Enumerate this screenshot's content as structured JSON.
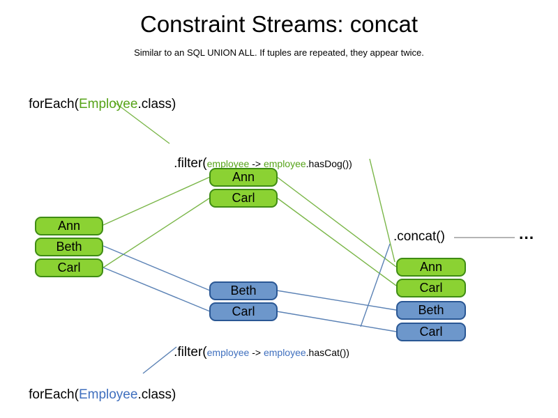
{
  "title": "Constraint Streams: concat",
  "subtitle": "Similar to an SQL UNION ALL. If tuples are repeated, they appear twice.",
  "colors": {
    "green_fill": "#8bd233",
    "green_border": "#3f8c14",
    "green_text": "#56a318",
    "green_line": "#7ab648",
    "blue_fill": "#6d97cb",
    "blue_border": "#2a5794",
    "blue_text": "#3f6fbe",
    "blue_line": "#5b82b5",
    "neutral_line": "#888888"
  },
  "foreach_dog": {
    "prefix": "forEach(",
    "class_name": "Employee",
    "suffix": ".class)"
  },
  "foreach_cat": {
    "prefix": "forEach(",
    "class_name": "Employee",
    "suffix": ".class)"
  },
  "filter_dog": {
    "prefix": ".filter(",
    "param": "employee",
    "arrow": " -> ",
    "receiver": "employee",
    "suffix": ".hasDog())"
  },
  "filter_cat": {
    "prefix": ".filter(",
    "param": "employee",
    "arrow": " -> ",
    "receiver": "employee",
    "suffix": ".hasCat())"
  },
  "concat_label": ".concat()",
  "ellipsis": "...",
  "stacks": {
    "source": [
      "Ann",
      "Beth",
      "Carl"
    ],
    "has_dog": [
      "Ann",
      "Carl"
    ],
    "has_cat": [
      "Beth",
      "Carl"
    ],
    "concat": [
      "Ann",
      "Carl",
      "Beth",
      "Carl"
    ]
  }
}
